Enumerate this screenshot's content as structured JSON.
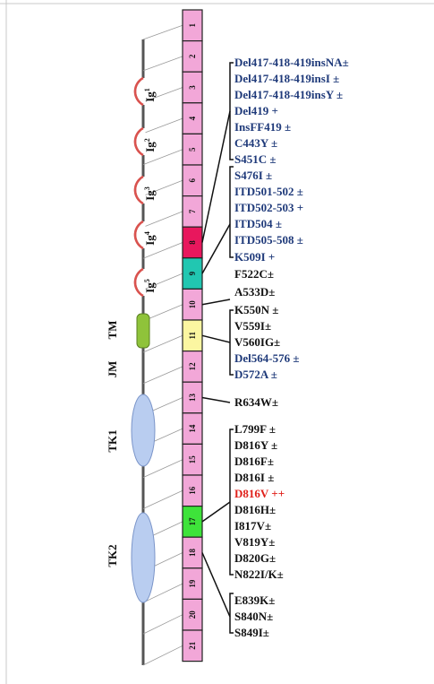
{
  "exons": [
    {
      "num": "1",
      "color": "#f2a7d8"
    },
    {
      "num": "2",
      "color": "#f2a7d8"
    },
    {
      "num": "3",
      "color": "#f2a7d8"
    },
    {
      "num": "4",
      "color": "#f2a7d8"
    },
    {
      "num": "5",
      "color": "#f2a7d8"
    },
    {
      "num": "6",
      "color": "#f2a7d8"
    },
    {
      "num": "7",
      "color": "#f2a7d8"
    },
    {
      "num": "8",
      "color": "#e8175d"
    },
    {
      "num": "9",
      "color": "#21c7b1"
    },
    {
      "num": "10",
      "color": "#f2a7d8"
    },
    {
      "num": "11",
      "color": "#fbf6a1"
    },
    {
      "num": "12",
      "color": "#f2a7d8"
    },
    {
      "num": "13",
      "color": "#f2a7d8"
    },
    {
      "num": "14",
      "color": "#f2a7d8"
    },
    {
      "num": "15",
      "color": "#f2a7d8"
    },
    {
      "num": "16",
      "color": "#f2a7d8"
    },
    {
      "num": "17",
      "color": "#3ee33a"
    },
    {
      "num": "18",
      "color": "#f2a7d8"
    },
    {
      "num": "19",
      "color": "#f2a7d8"
    },
    {
      "num": "20",
      "color": "#f2a7d8"
    },
    {
      "num": "21",
      "color": "#f2a7d8"
    }
  ],
  "domains": {
    "ig": [
      {
        "base": "Ig",
        "sup": "1"
      },
      {
        "base": "Ig",
        "sup": "2"
      },
      {
        "base": "Ig",
        "sup": "3"
      },
      {
        "base": "Ig",
        "sup": "4"
      },
      {
        "base": "Ig",
        "sup": "5"
      }
    ],
    "tm": "TM",
    "jm": "JM",
    "tk1": "TK1",
    "tk2": "TK2"
  },
  "colors": {
    "ig_loop": "#d9534f",
    "tm_fill": "#8fc33a",
    "tk_fill": "#b9cdf0",
    "exon_border": "#222222",
    "connector": "#999999",
    "mutation_blue": "#1f3a7a",
    "mutation_black": "#111111",
    "mutation_red": "#e0211b"
  },
  "mutations": [
    {
      "text": "Del417-418-419insNA±",
      "color": "blue"
    },
    {
      "text": "Del417-418-419insI ±",
      "color": "blue"
    },
    {
      "text": "Del417-418-419insY ±",
      "color": "blue"
    },
    {
      "text": "Del419 +",
      "color": "blue"
    },
    {
      "text": "InsFF419 ±",
      "color": "blue"
    },
    {
      "text": "C443Y ±",
      "color": "blue"
    },
    {
      "text": "S451C ±",
      "color": "blue"
    },
    {
      "text": "S476I ±",
      "color": "blue"
    },
    {
      "text": "ITD501-502 ±",
      "color": "blue"
    },
    {
      "text": "ITD502-503 +",
      "color": "blue"
    },
    {
      "text": "ITD504 ±",
      "color": "blue"
    },
    {
      "text": "ITD505-508 ±",
      "color": "blue"
    },
    {
      "text": "K509I +",
      "color": "blue"
    },
    {
      "text": "F522C±",
      "color": "black"
    },
    {
      "text": "A533D±",
      "color": "black"
    },
    {
      "text": "K550N ±",
      "color": "black"
    },
    {
      "text": "V559I±",
      "color": "black"
    },
    {
      "text": "V560IG±",
      "color": "black"
    },
    {
      "text": "Del564-576 ±",
      "color": "blue"
    },
    {
      "text": "D572A ±",
      "color": "blue"
    },
    {
      "text": "R634W±",
      "color": "black"
    },
    {
      "text": "L799F ±",
      "color": "black"
    },
    {
      "text": "D816Y ±",
      "color": "black"
    },
    {
      "text": "D816F±",
      "color": "black"
    },
    {
      "text": "D816I ±",
      "color": "black"
    },
    {
      "text": "D816V ++",
      "color": "red"
    },
    {
      "text": "D816H±",
      "color": "black"
    },
    {
      "text": "I817V±",
      "color": "black"
    },
    {
      "text": "V819Y±",
      "color": "black"
    },
    {
      "text": "D820G±",
      "color": "black"
    },
    {
      "text": "N822I/K±",
      "color": "black"
    },
    {
      "text": "E839K±",
      "color": "black"
    },
    {
      "text": "S840N±",
      "color": "black"
    },
    {
      "text": "S849I±",
      "color": "black"
    }
  ]
}
